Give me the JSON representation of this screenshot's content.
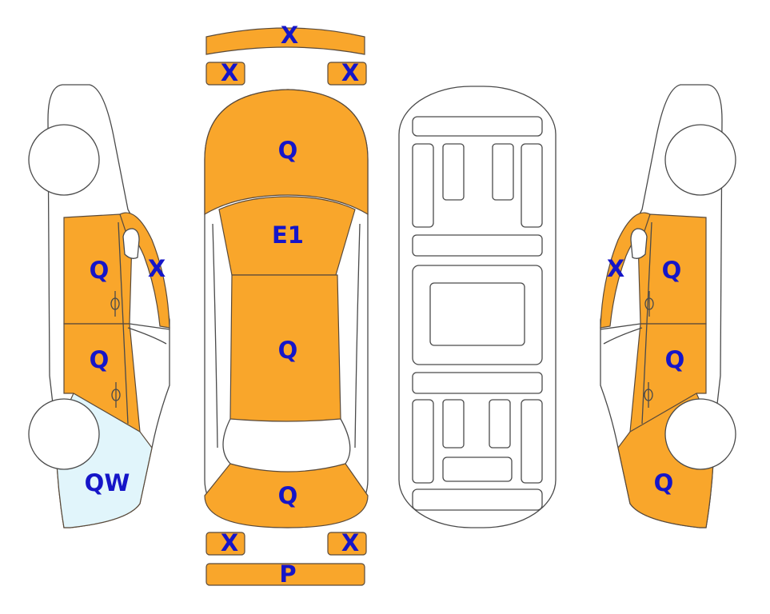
{
  "colors": {
    "damage_fill": "#f9a62b",
    "glass_fill": "#e1f5fb",
    "label": "#1515c8",
    "outline": "#4a4a4a"
  },
  "panels": {
    "front_bumper": "X",
    "front_left_lamp": "X",
    "front_right_lamp": "X",
    "hood": "Q",
    "windshield": "E1",
    "roof": "Q",
    "trunk": "Q",
    "rear_left_lamp": "X",
    "rear_right_lamp": "X",
    "rear_bumper": "P",
    "left_front_door": "Q",
    "left_a_pillar": "X",
    "left_rear_door": "Q",
    "left_quarter_glass": "QW",
    "right_a_pillar": "X",
    "right_front_door": "Q",
    "right_rear_door": "Q",
    "right_quarter_panel": "Q"
  }
}
